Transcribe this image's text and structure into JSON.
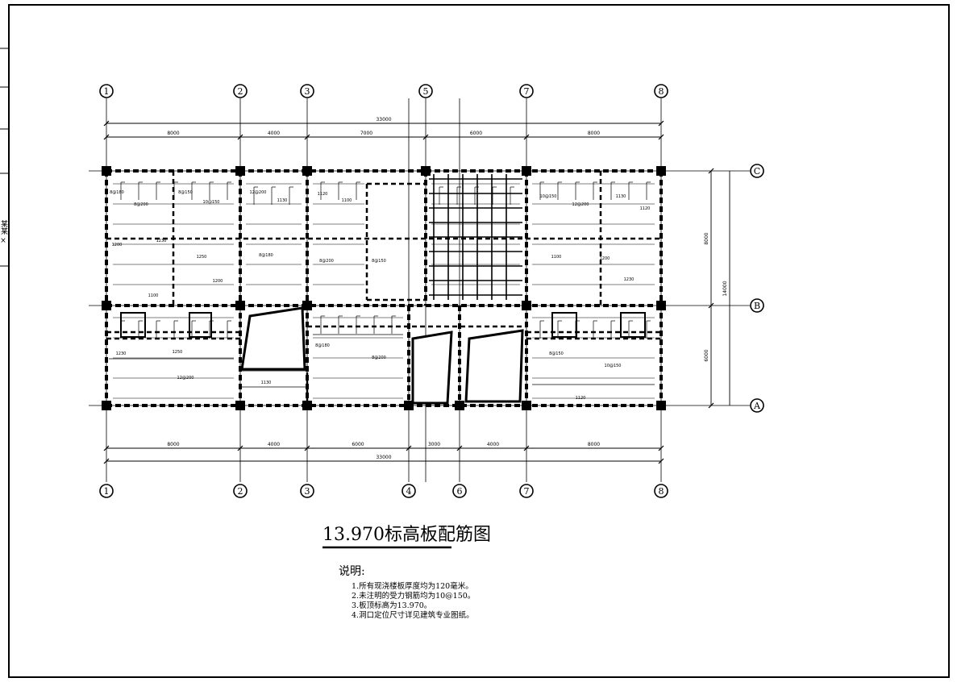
{
  "drawing": {
    "title": "13.970标高板配筋图",
    "notes_heading": "说明:",
    "notes": [
      "1.所有现浇楼板厚度均为120毫米。",
      "2.未注明的受力钢筋均为10@150。",
      "3.板顶标高为13.970。",
      "4.洞口定位尺寸详见建筑专业图纸。"
    ],
    "side_tab_text": "某某 ×"
  },
  "grid_axes": {
    "top_labels": [
      "1",
      "2",
      "3",
      "5",
      "7",
      "8"
    ],
    "bottom_labels": [
      "1",
      "2",
      "3",
      "4",
      "6",
      "7",
      "8"
    ],
    "right_labels": [
      "C",
      "B",
      "A"
    ]
  },
  "dimensions": {
    "top_total": "33000",
    "top_spans": [
      "8000",
      "4000",
      "7000",
      "6000",
      "8000"
    ],
    "bottom_total": "33000",
    "bottom_spans": [
      "8000",
      "4000",
      "6000",
      "3000",
      "4000",
      "8000"
    ],
    "right_spans": [
      "8000",
      "6000"
    ],
    "right_total": "14000"
  },
  "slab_marks": [
    "8@180",
    "8@200",
    "8@150",
    "10@150",
    "12@200",
    "1130",
    "1120",
    "1100",
    "1200",
    "1230",
    "1250"
  ]
}
